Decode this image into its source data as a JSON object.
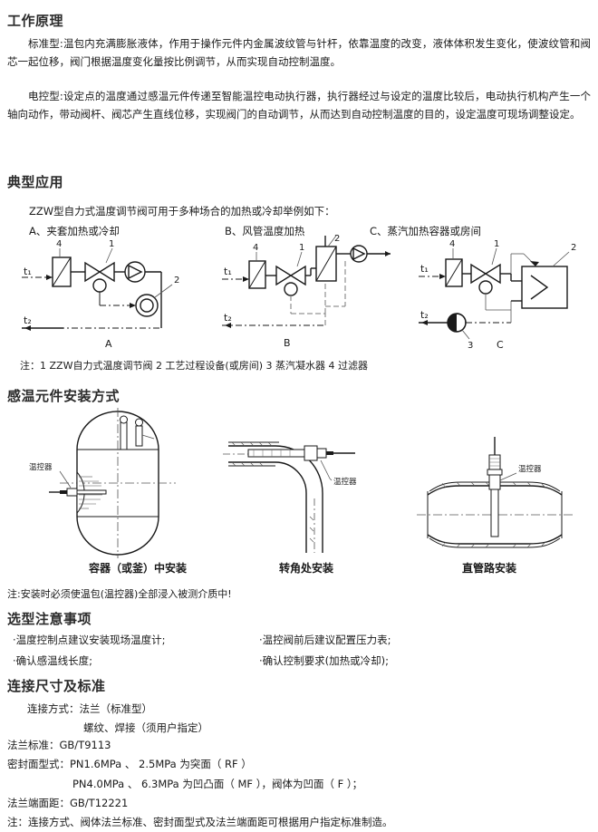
{
  "sections": {
    "working_principle": {
      "heading": "工作原理",
      "para1": "标准型:温包内充满膨胀液体，作用于操作元件内金属波纹管与针杆，依靠温度的改变，液体体积发生变化，使波纹管和阀芯一起位移，阀门根据温度变化量按比例调节，从而实现自动控制温度。",
      "para2": "电控型:设定点的温度通过感温元件传递至智能温控电动执行器，执行器经过与设定的温度比较后，电动执行机构产生一个轴向动作，带动阀杆、阀芯产生直线位移，实现阀门的自动调节，从而达到自动控制温度的目的，设定温度可现场调整设定。"
    },
    "typical_application": {
      "heading": "典型应用",
      "lead": "ZZW型自力式温度调节阀可用于多种场合的加热或冷却举例如下：",
      "case_a": "A、夹套加热或冷却",
      "case_b": "B、风管温度加热",
      "case_c": "C、蒸汽加热容器或房间",
      "labels": {
        "inlet": "t₁",
        "outlet": "t₂",
        "item1": "1",
        "item2": "2",
        "item3": "3",
        "item4": "4",
        "fig_a": "A",
        "fig_b": "B",
        "fig_c": "C"
      },
      "legend": "注：1 ZZW自力式温度调节阀  2 工艺过程设备(或房间)  3  蒸汽凝水器  4 过滤器"
    },
    "sensor_installation": {
      "heading": "感温元件安装方式",
      "probe_label": "温控器",
      "captions": [
        "容器（或釜）中安装",
        "转角处安装",
        "直管路安装"
      ],
      "note": "注:安装时必须使温包(温控器)全部浸入被测介质中!"
    },
    "selection_notes": {
      "heading": "选型注意事项",
      "items": [
        "·温度控制点建议安装现场温度计;",
        "·温控阀前后建议配置压力表;",
        "·确认感温线长度;",
        "·确认控制要求(加热或冷却);"
      ]
    },
    "connection_standards": {
      "heading": "连接尺寸及标准",
      "line1": "连接方式：法兰（标准型）",
      "line2": "螺纹、焊接（须用户指定）",
      "line3": "法兰标准：GB/T9113",
      "line4": "密封面型式：PN1.6MPa 、 2.5MPa 为突面（ RF ）",
      "line5": "PN4.0MPa 、 6.3MPa 为凹凸面（ MF ），阀体为凹面（ F ）；",
      "line6": "法兰端面距：GB/T12221",
      "line7": "注：连接方式、阀体法兰标准、密封面型式及法兰端面距可根据用户指定标准制造。"
    }
  },
  "colors": {
    "text": "#1a1a1a",
    "heading": "#2b2b2b",
    "line": "#1a1a1a",
    "grayline": "#7a7a7a",
    "background": "#ffffff"
  }
}
